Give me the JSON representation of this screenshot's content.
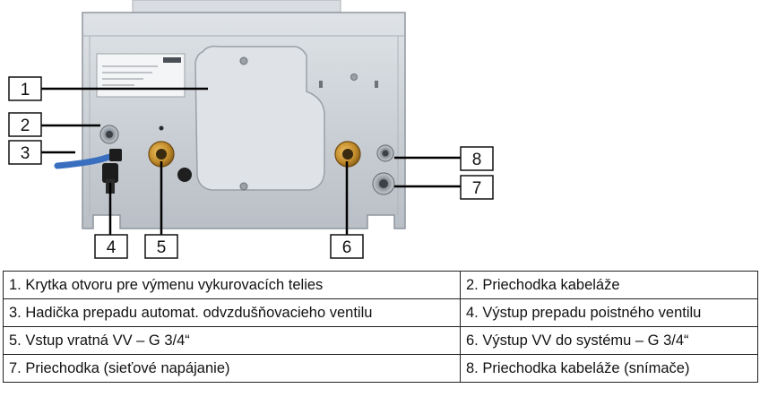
{
  "figure": {
    "callouts": [
      "1",
      "2",
      "3",
      "4",
      "5",
      "6",
      "7",
      "8"
    ],
    "colors": {
      "casing": "#c9ced4",
      "panel": "#d7dce1",
      "brass": "#c08a2a",
      "hose": "#3a6fc0",
      "dark": "#1c1c1c",
      "line": "#000000"
    },
    "icons": [
      "brass-fitting-icon",
      "cable-grommet-icon",
      "drain-hose-icon",
      "overflow-outlet-icon",
      "screw-icon"
    ]
  },
  "legend": {
    "rows": [
      [
        "1. Krytka otvoru pre výmenu vykurovacích telies",
        "2. Priechodka kabeláže"
      ],
      [
        "3. Hadička prepadu automat. odvzdušňovacieho ventilu",
        "4. Výstup prepadu poistného ventilu"
      ],
      [
        "5. Vstup vratná VV – G 3/4“",
        "6. Výstup VV do systému – G 3/4“"
      ],
      [
        "7. Priechodka (sieťové napájanie)",
        "8. Priechodka kabeláže (snímače)"
      ]
    ]
  }
}
